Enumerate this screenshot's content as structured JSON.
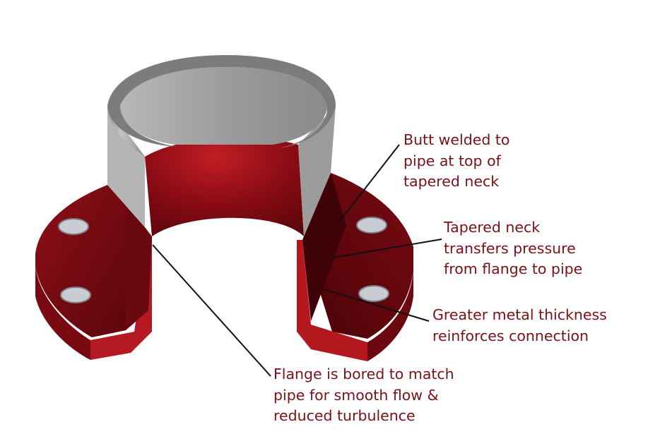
{
  "colors": {
    "label_text": "#7b1118",
    "leader_line": "#111111",
    "flange_red": "#a3141c",
    "flange_dark": "#4a0208",
    "neck_grey": "#a9a9a9",
    "bolt_hole": "#c9ccd2"
  },
  "labels": {
    "butt_weld": [
      "Butt welded to",
      "pipe at top of",
      "tapered neck"
    ],
    "tapered_neck": [
      "Tapered neck",
      "transfers pressure",
      "from flange to pipe"
    ],
    "metal_thickness": [
      "Greater metal thickness",
      "reinforces connection"
    ],
    "bore": [
      "Flange is bored to match",
      "pipe for smooth flow &",
      "reduced turbulence"
    ]
  }
}
